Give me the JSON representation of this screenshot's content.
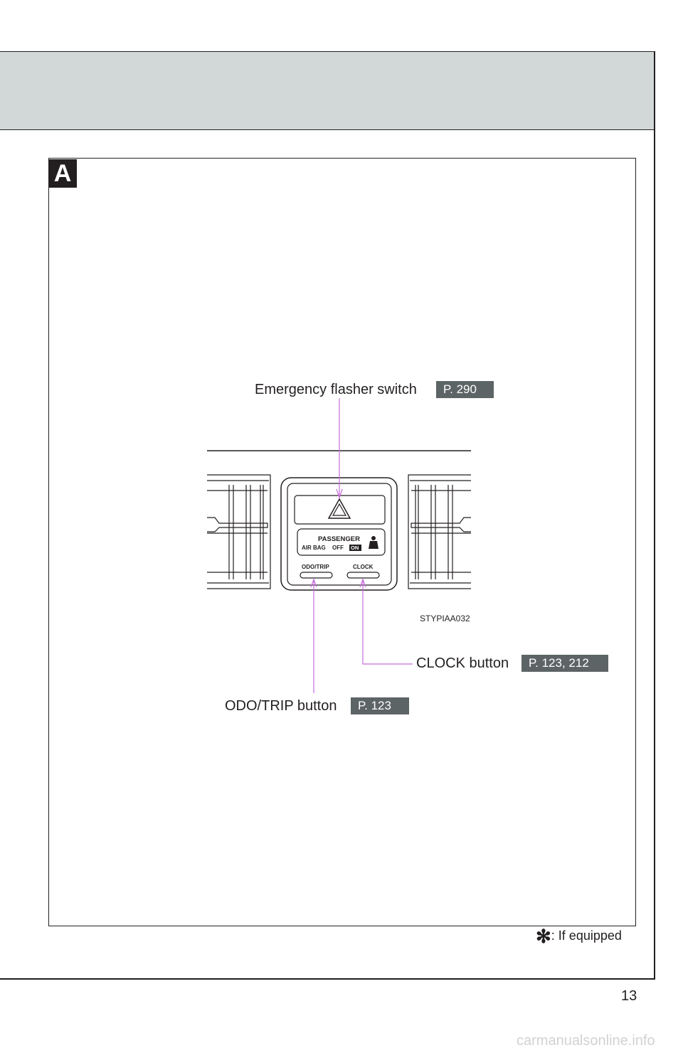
{
  "section": {
    "letter": "A"
  },
  "callouts": {
    "emergency": {
      "label": "Emergency flasher switch",
      "ref": "P. 290"
    },
    "clock": {
      "label": "CLOCK button",
      "ref": "P. 123, 212"
    },
    "odo": {
      "label": "ODO/TRIP button",
      "ref": "P. 123"
    }
  },
  "panel": {
    "passenger": "PASSENGER",
    "airbag": "AIR BAG",
    "off": "OFF",
    "on": "ON",
    "odo_key": "ODO/TRIP",
    "clock_key": "CLOCK"
  },
  "figure_code": "STYPIAA032",
  "footnote": {
    "symbol": "✻",
    "text": ": If equipped"
  },
  "page_number": "13",
  "watermark": "carmanualsonline.info",
  "colors": {
    "header_band": "#d1d8d7",
    "ref_badge": "#5d6466",
    "leader_line": "#c86edc"
  }
}
